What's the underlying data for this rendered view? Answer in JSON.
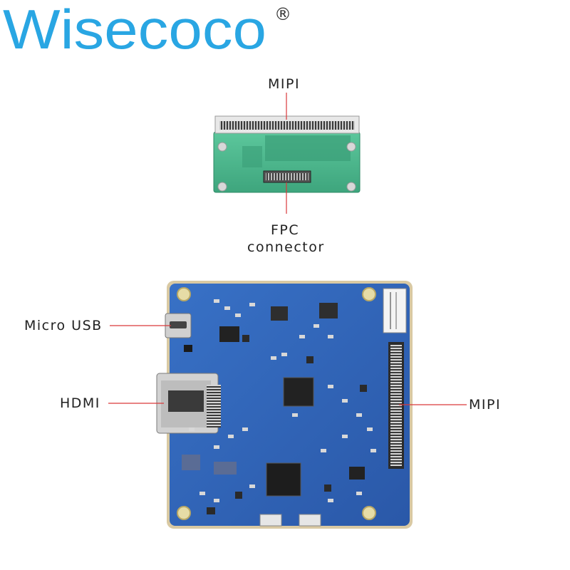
{
  "brand": {
    "logo_text": "Wisecoco",
    "registered_mark": "®",
    "colors": {
      "blue": "#29a6e3",
      "pink": "#f4aeb6"
    }
  },
  "labels": {
    "mipi_top": "MIPI",
    "fpc_line1": "FPC",
    "fpc_line2": "connector",
    "micro_usb": "Micro USB",
    "hdmi": "HDMI",
    "mipi_right": "MIPI"
  },
  "colors": {
    "adapter_board": "#47b38a",
    "main_board": "#2f62b8",
    "leader_line": "#d9393b"
  }
}
